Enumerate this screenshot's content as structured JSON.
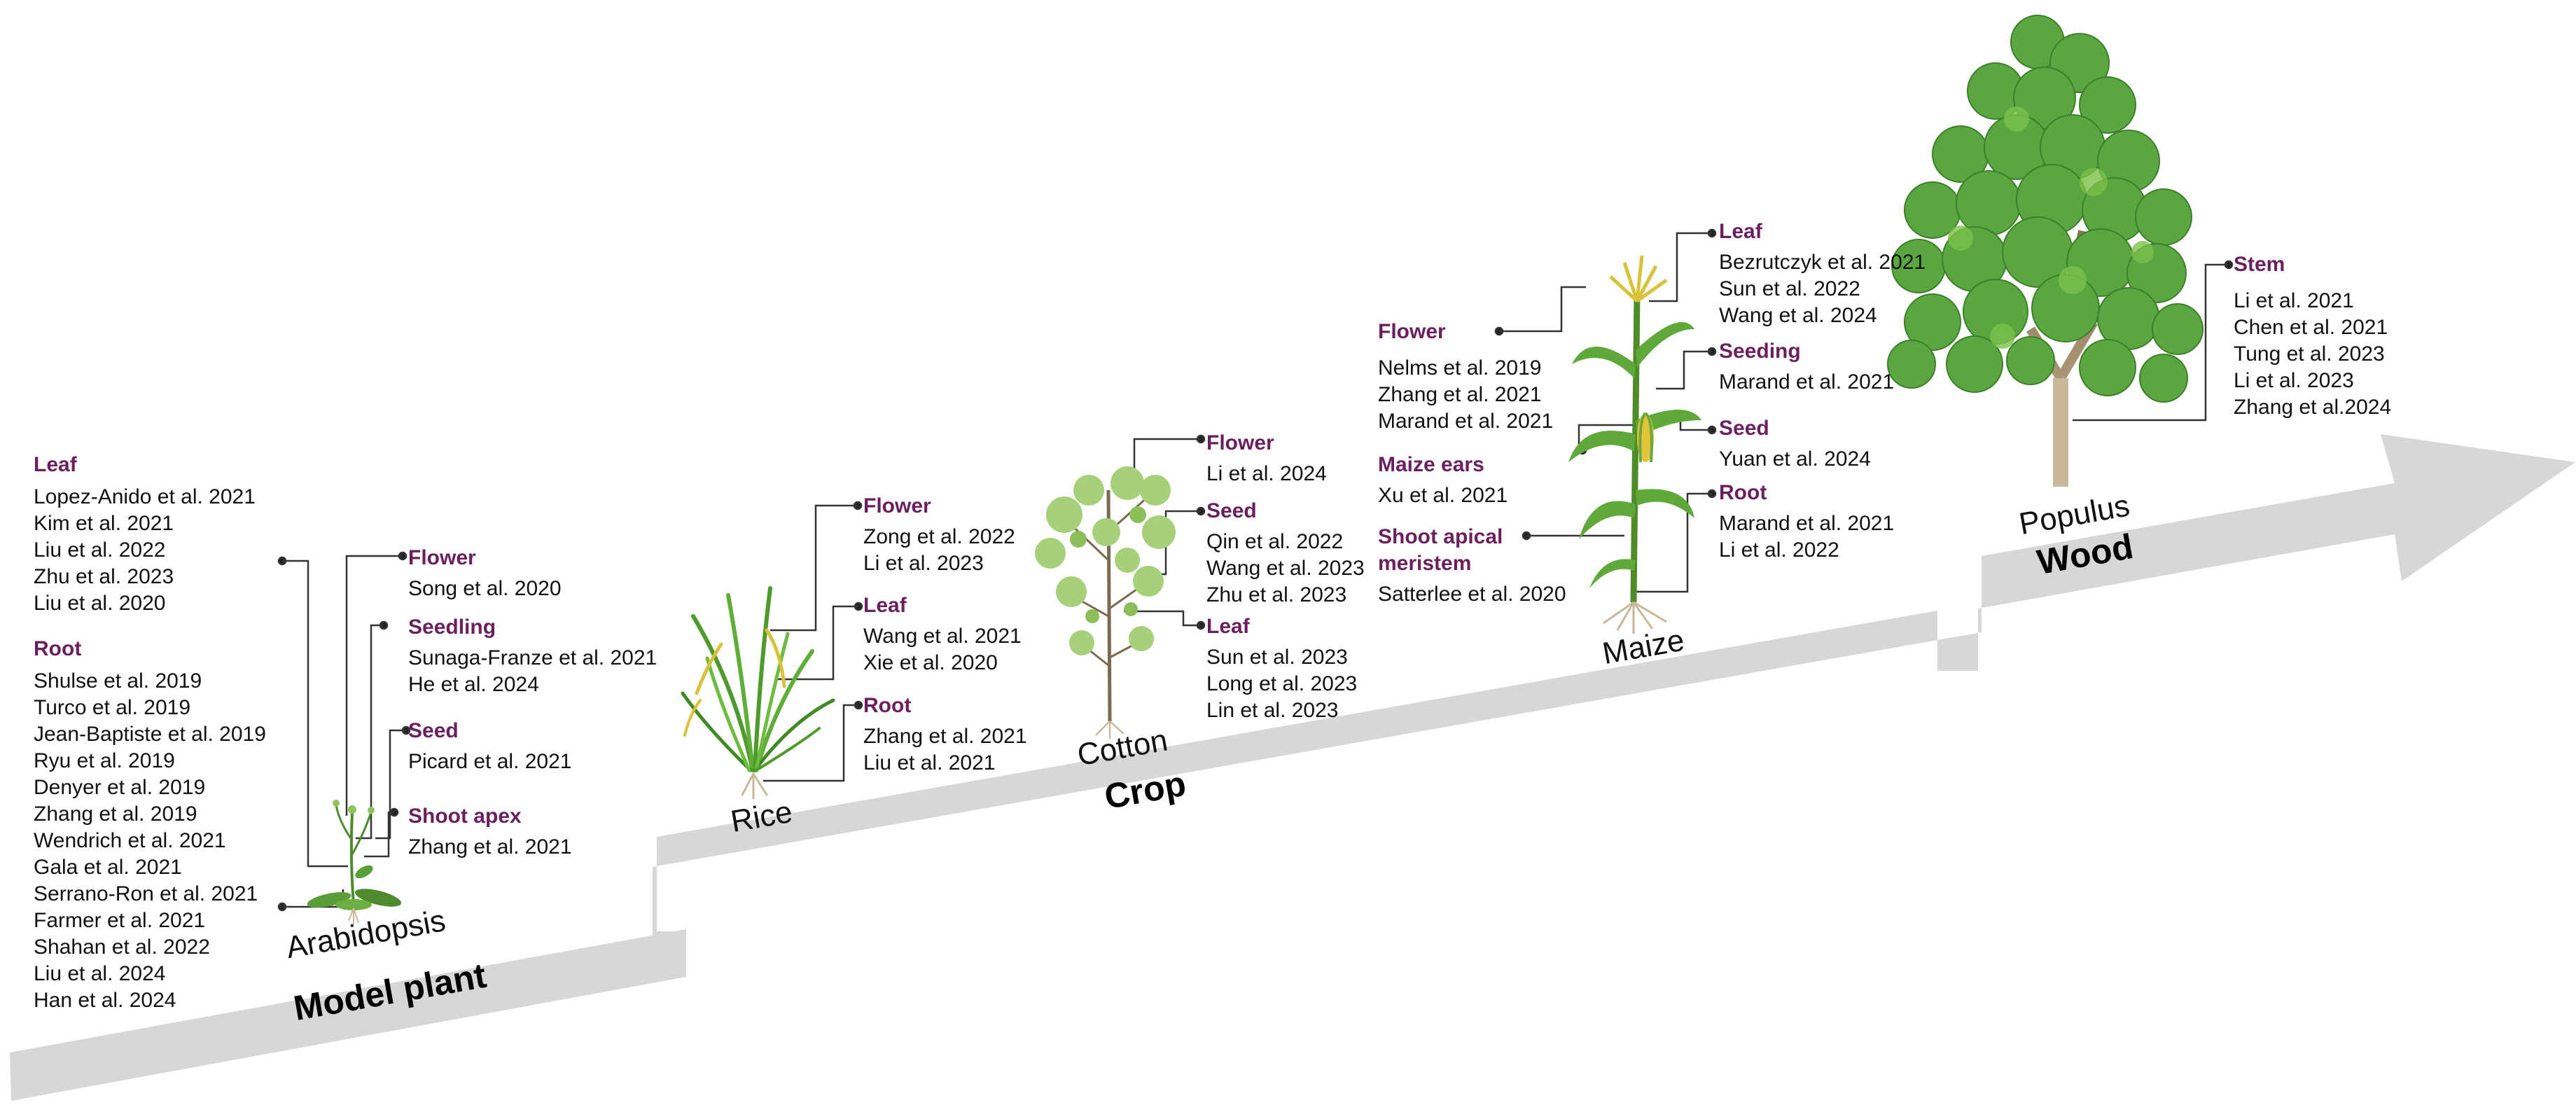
{
  "colors": {
    "heading": "#6b1f5e",
    "arrow": "#d7d7d7",
    "leaf_dark": "#3f8f2f",
    "leaf_light": "#7cc04a",
    "stem": "#8a7a5c"
  },
  "stages": {
    "model": "Model plant",
    "crop": "Crop",
    "wood": "Wood"
  },
  "plants": {
    "arabidopsis": "Arabidopsis",
    "rice": "Rice",
    "cotton": "Cotton",
    "maize": "Maize",
    "populus": "Populus"
  },
  "arabidopsis": {
    "leaf": {
      "title": "Leaf",
      "refs": [
        "Lopez-Anido et al. 2021",
        "Kim et al. 2021",
        "Liu et al. 2022",
        "Zhu et al. 2023",
        "Liu et al. 2020"
      ]
    },
    "root": {
      "title": "Root",
      "refs": [
        "Shulse et al. 2019",
        "Turco et al. 2019",
        "Jean-Baptiste et al. 2019",
        "Ryu et al. 2019",
        "Denyer et al. 2019",
        "Zhang et al. 2019",
        "Wendrich et al. 2021",
        "Gala et al. 2021",
        "Serrano-Ron et al. 2021",
        "Farmer et al. 2021",
        "Shahan et al. 2022",
        "Liu et al. 2024",
        "Han et al. 2024"
      ]
    },
    "flower": {
      "title": "Flower",
      "refs": [
        "Song et al. 2020"
      ]
    },
    "seedling": {
      "title": "Seedling",
      "refs": [
        "Sunaga-Franze  et al. 2021",
        "He et al. 2024"
      ]
    },
    "seed": {
      "title": "Seed",
      "refs": [
        "Picard et al. 2021"
      ]
    },
    "shoot": {
      "title": "Shoot apex",
      "refs": [
        "Zhang et al. 2021"
      ]
    }
  },
  "rice": {
    "flower": {
      "title": "Flower",
      "refs": [
        "Zong et al. 2022",
        "Li et al. 2023"
      ]
    },
    "leaf": {
      "title": "Leaf",
      "refs": [
        "Wang et al. 2021",
        "Xie et al. 2020"
      ]
    },
    "root": {
      "title": "Root",
      "refs": [
        "Zhang et al. 2021",
        "Liu et al. 2021"
      ]
    }
  },
  "cotton": {
    "flower": {
      "title": "Flower",
      "refs": [
        "Li et al. 2024"
      ]
    },
    "seed": {
      "title": "Seed",
      "refs": [
        "Qin et al. 2022",
        "Wang et al. 2023",
        "Zhu et al. 2023"
      ]
    },
    "leaf": {
      "title": "Leaf",
      "refs": [
        "Sun et al. 2023",
        "Long et al. 2023",
        "Lin et al. 2023"
      ]
    }
  },
  "maize": {
    "flower": {
      "title": "Flower",
      "refs": [
        "Nelms et al. 2019",
        "Zhang et al. 2021",
        "Marand et al. 2021"
      ]
    },
    "ears": {
      "title": "Maize ears",
      "refs": [
        "Xu et al. 2021"
      ]
    },
    "sam": {
      "title": "Shoot apical meristem",
      "line1": "Shoot apical",
      "line2": "meristem",
      "refs": [
        "Satterlee et al. 2020"
      ]
    },
    "leaf": {
      "title": "Leaf",
      "refs": [
        "Bezrutczyk et al. 2021",
        "Sun et al. 2022",
        "Wang et al. 2024"
      ]
    },
    "seeding": {
      "title": "Seeding",
      "refs": [
        "Marand et al. 2021"
      ]
    },
    "seed": {
      "title": "Seed",
      "refs": [
        "Yuan et al. 2024"
      ]
    },
    "root": {
      "title": "Root",
      "refs": [
        "Marand et al. 2021",
        "Li et al. 2022"
      ]
    }
  },
  "populus": {
    "stem": {
      "title": "Stem",
      "refs": [
        "Li et al. 2021",
        "Chen et al. 2021",
        "Tung et al. 2023",
        "Li et al. 2023",
        "Zhang et al.2024"
      ]
    }
  }
}
